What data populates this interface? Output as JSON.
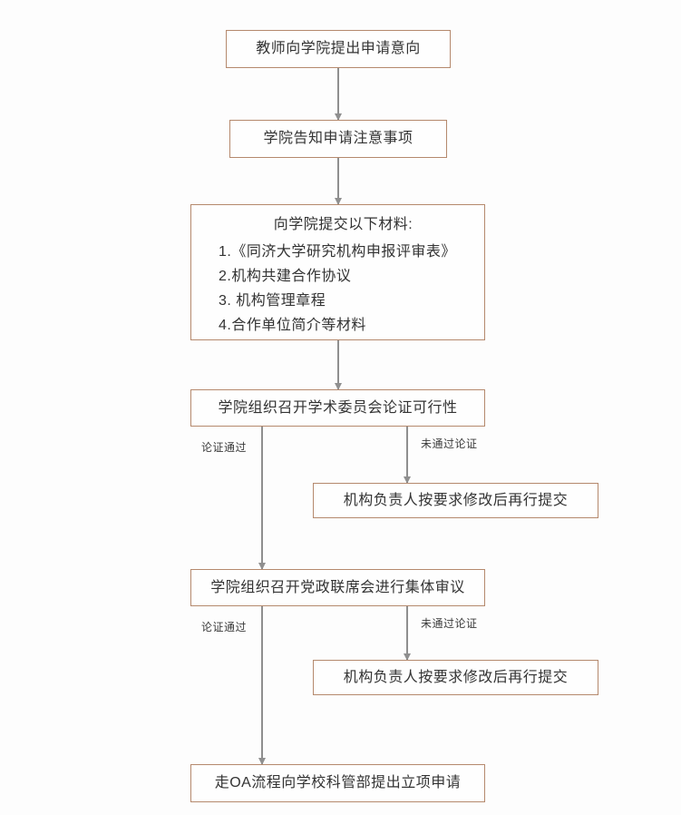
{
  "colors": {
    "box_border": "#b5896d",
    "box_bg": "#fefefe",
    "arrow": "#8f8f8f",
    "text": "#333333",
    "page_bg": "#fdfdfd"
  },
  "flowchart": {
    "step1": "教师向学院提出申请意向",
    "step2": "学院告知申请注意事项",
    "step3_title": "向学院提交以下材料:",
    "step3_items": [
      "1.《同济大学研究机构申报评审表》",
      "2.机构共建合作协议",
      "3. 机构管理章程",
      "4.合作单位简介等材料"
    ],
    "step4": "学院组织召开学术委员会论证可行性",
    "branch1_pass": "论证通过",
    "branch1_fail": "未通过论证",
    "step5": "机构负责人按要求修改后再行提交",
    "step6": "学院组织召开党政联席会进行集体审议",
    "branch2_pass": "论证通过",
    "branch2_fail": "未通过论证",
    "step7": "机构负责人按要求修改后再行提交",
    "step8": "走OA流程向学校科管部提出立项申请"
  }
}
